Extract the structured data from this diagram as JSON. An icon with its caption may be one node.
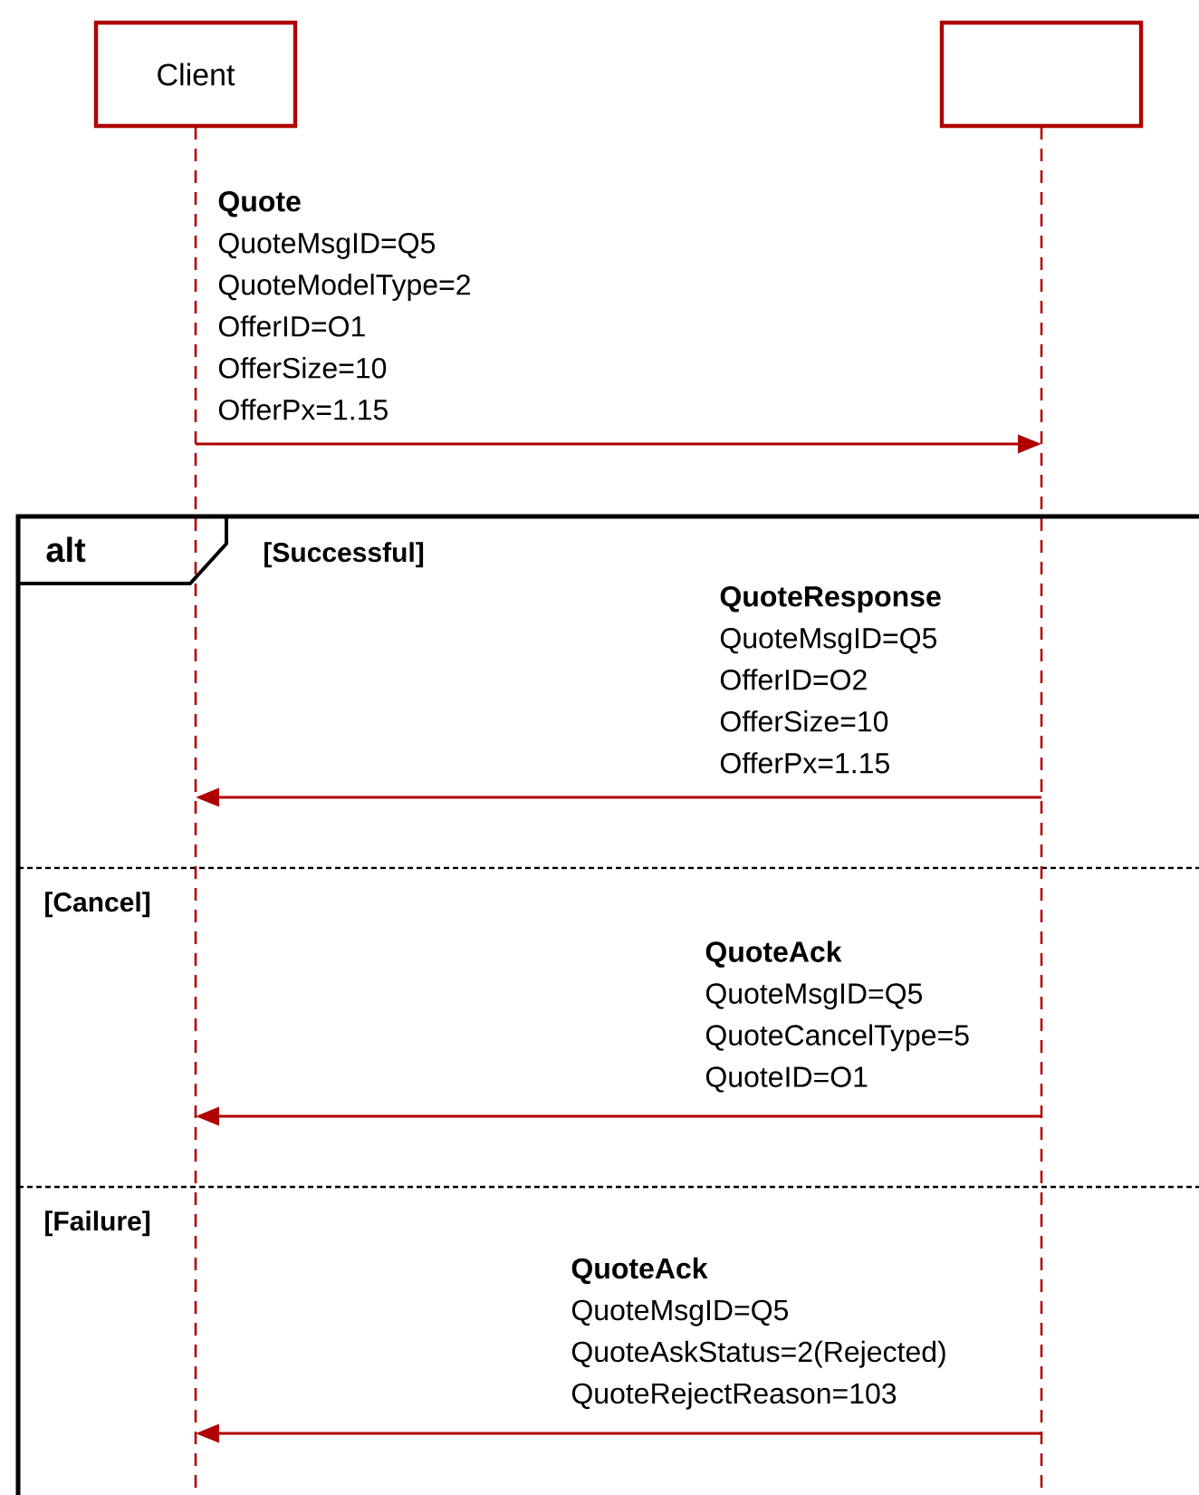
{
  "diagram": {
    "nodes": [
      {
        "text": [
          "Client"
        ]
      },
      {
        "text": [],
        "shape": "box"
      },
      {
        "text": [
          "alt"
        ]
      }
    ],
    "edges": [
      {
        "from": 0,
        "to": 1,
        "arrow": "to",
        "label": "**Quote** QuoteMsgID=Q5 QuoteModelType=2 OfferID=O1 OfferSize=10 OfferPx=1.15"
      },
      {
        "from": 1,
        "to": 0,
        "arrow": "to",
        "label": "**QuoteResponse** QuoteMsgID=Q5 OfferID=O2 OfferSize=10 OfferPx=1.15"
      },
      {
        "from": 1,
        "to": 0,
        "arrow": "to",
        "label": "**QuoteAck** QuoteMsgID=Q5 QuoteCancelType=5 QuoteID=O1"
      },
      {
        "from": 1,
        "to": 0,
        "arrow": "to",
        "label": "**QuoteAck** QuoteMsgID=Q5 QuoteAskStatus=2(Rejected) QuoteRejectReason=103"
      }
    ],
    "labels": [
      "[Successful]",
      "[Cancel]",
      "[Failure]"
    ]
  }
}
